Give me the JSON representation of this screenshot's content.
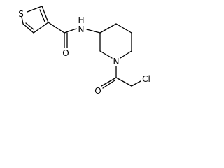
{
  "molecule": {
    "atoms": {
      "sulfur": "S",
      "amide_nitrogen": "N",
      "amide_hydrogen": "H",
      "carbonyl_oxygen_1": "O",
      "ring_nitrogen": "N",
      "carbonyl_oxygen_2": "O",
      "chlorine": "Cl"
    }
  }
}
